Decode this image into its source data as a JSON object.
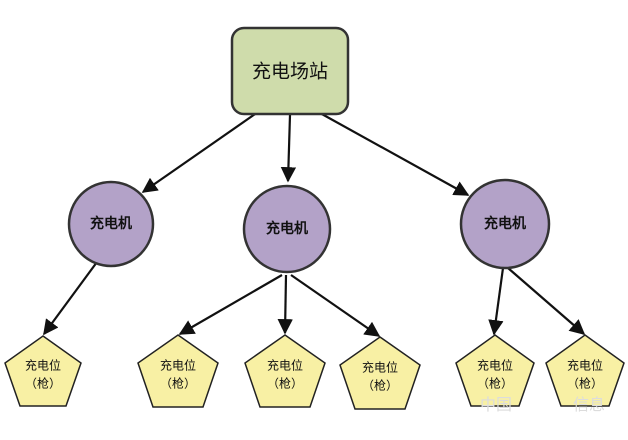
{
  "root": {
    "label": "充电场站"
  },
  "machines": [
    {
      "label": "充电机"
    },
    {
      "label": "充电机"
    },
    {
      "label": "充电机"
    }
  ],
  "slots": [
    {
      "line1": "充电位",
      "line2": "（枪）"
    },
    {
      "line1": "充电位",
      "line2": "（枪）"
    },
    {
      "line1": "充电位",
      "line2": "（枪）"
    },
    {
      "line1": "充电位",
      "line2": "（枪）"
    },
    {
      "line1": "充电位",
      "line2": "（枪）"
    },
    {
      "line1": "充电位",
      "line2": "（枪）"
    }
  ],
  "watermark": "中国",
  "watermark_2": "信息",
  "colors": {
    "root_fill": "#cfdcab",
    "machine_fill": "#b3a2c8",
    "slot_fill": "#f8f0a4",
    "edge": "#111111"
  }
}
